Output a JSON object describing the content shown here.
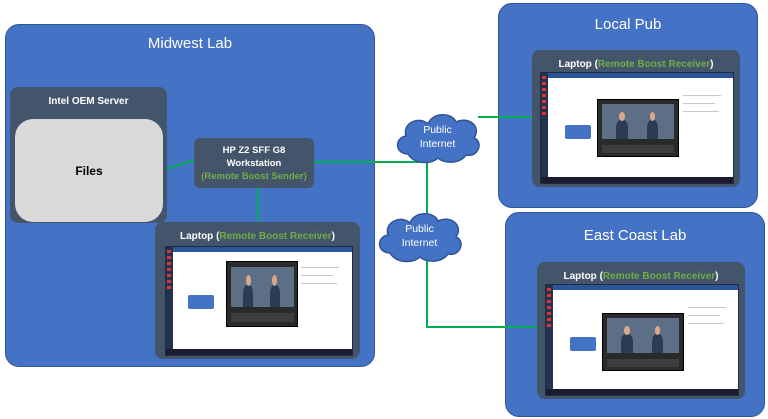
{
  "regions": {
    "midwest": {
      "title": "Midwest Lab"
    },
    "pub": {
      "title": "Local Pub"
    },
    "eastcoast": {
      "title": "East Coast Lab"
    }
  },
  "server": {
    "title": "Intel OEM Server",
    "content": "Files"
  },
  "workstation": {
    "line1": "HP Z2 SFF G8",
    "line2": "Workstation",
    "role_open": "(",
    "role": "Remote Boost Sender",
    "role_close": ")"
  },
  "laptops": {
    "midwest": {
      "name": "Laptop (",
      "role": "Remote Boost Receiver",
      "close": ")"
    },
    "pub": {
      "name": "Laptop (",
      "role": "Remote Boost Receiver",
      "close": ")"
    },
    "eastcoast": {
      "name": "Laptop (",
      "role": "Remote Boost Receiver",
      "close": ")"
    }
  },
  "clouds": {
    "upper": {
      "line1": "Public",
      "line2": "Internet"
    },
    "lower": {
      "line1": "Public",
      "line2": "Internet"
    }
  },
  "colors": {
    "region_fill": "#4472c4",
    "node_fill": "#44546a",
    "files_fill": "#d9d9d9",
    "link_green": "#00b050",
    "role_green": "#70ad47"
  }
}
